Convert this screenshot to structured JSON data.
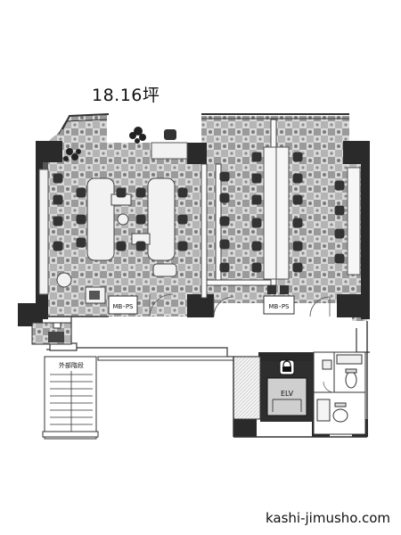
{
  "header": {
    "area": "18.16坪"
  },
  "labels": {
    "shaft_left": "MB･PS",
    "shaft_right": "MB･PS",
    "elevator": "ELV",
    "stairs": "外部階段"
  },
  "footer": {
    "site": "kashi-jimusho.com"
  },
  "icons": {
    "lock": "lock-icon",
    "toilet": "toilet-icon",
    "sink": "sink-icon",
    "plant": "plant-icon"
  }
}
